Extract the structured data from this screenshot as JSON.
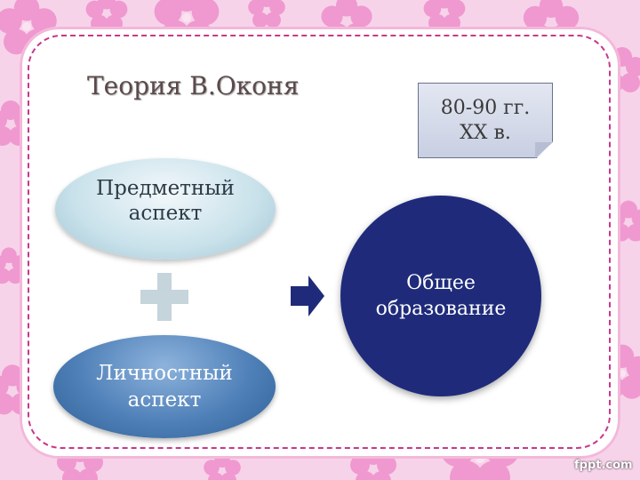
{
  "title": "Теория В.Оконя",
  "note": {
    "line1": "80-90 гг.",
    "line2": "XX в."
  },
  "subject_aspect": {
    "line1": "Предметный",
    "line2": "аспект"
  },
  "personal_aspect": {
    "line1": "Личностный",
    "line2": "аспект"
  },
  "result": {
    "line1": "Общее",
    "line2": "образование"
  },
  "watermark": "fppt.com",
  "colors": {
    "background_pink": "#f7d3ea",
    "frame_border": "#c8388a",
    "result_circle": "#1f2b7a",
    "personal_ellipse": "#4f80b8",
    "subject_ellipse": "#c8e1ea",
    "arrow": "#1f2b7a"
  }
}
